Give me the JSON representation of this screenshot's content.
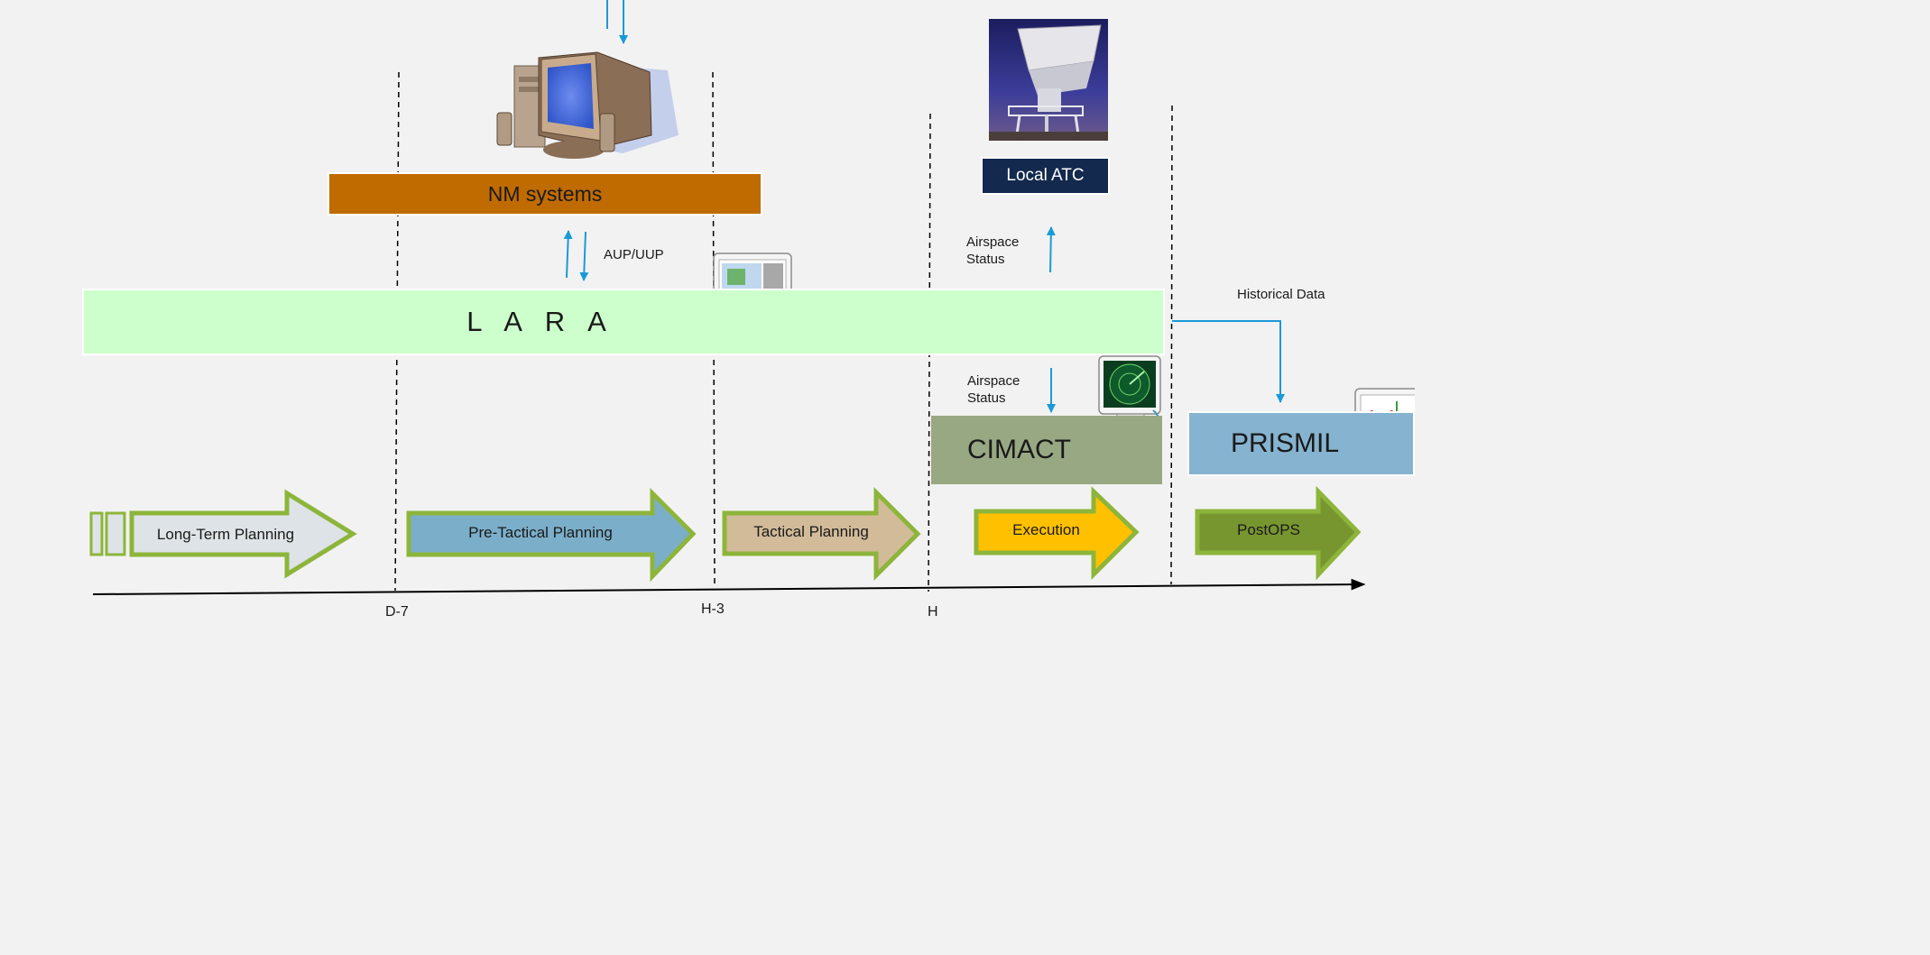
{
  "boxes": {
    "nm_systems": "NM systems",
    "lara": "L A R A",
    "local_atc": "Local ATC",
    "cimact": "CIMACT",
    "prismil": "PRISMIL"
  },
  "flow_labels": {
    "aup_uup": "AUP/UUP",
    "airspace_status_top": "Airspace\nStatus",
    "airspace_status_bottom": "Airspace\nStatus",
    "historical_data": "Historical Data"
  },
  "phases": [
    {
      "label": "Long-Term Planning",
      "color": "#dde3e6"
    },
    {
      "label": "Pre-Tactical Planning",
      "color": "#7bafc9"
    },
    {
      "label": "Tactical Planning",
      "color": "#d2bb98"
    },
    {
      "label": "Execution",
      "color": "#ffc000"
    },
    {
      "label": "PostOPS",
      "color": "#78962f"
    }
  ],
  "timeline_ticks": [
    "D-7",
    "H-3",
    "H"
  ],
  "colors": {
    "arrow_blue": "#1a9bd7",
    "phase_border": "#8db53c",
    "nm_systems": "#c06b00",
    "lara": "#ccffcc",
    "local_atc": "#132a4e",
    "cimact": "#97a883",
    "prismil": "#86b4d0"
  },
  "icons": [
    "desktop-computer-icon",
    "radar-antenna-photo",
    "workstation-icon",
    "radar-scope-workstation-icon",
    "chart-workstation-icon"
  ]
}
